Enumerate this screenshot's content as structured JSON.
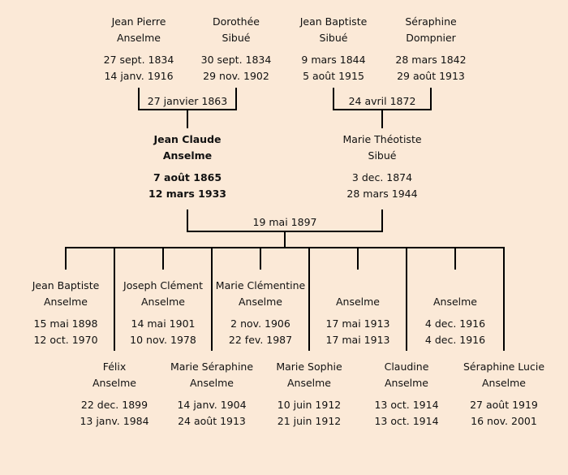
{
  "grandparents": [
    {
      "first": "Jean Pierre",
      "last": "Anselme",
      "birth": "27 sept. 1834",
      "death": "14 janv. 1916"
    },
    {
      "first": "Dorothée",
      "last": "Sibué",
      "birth": "30 sept. 1834",
      "death": "29 nov. 1902"
    },
    {
      "first": "Jean Baptiste",
      "last": "Sibué",
      "birth": "9 mars 1844",
      "death": "5 août 1915"
    },
    {
      "first": "Séraphine",
      "last": "Dompnier",
      "birth": "28 mars 1842",
      "death": "29 août 1913"
    }
  ],
  "marriages": [
    "27 janvier 1863",
    "24 avril 1872",
    "19 mai 1897"
  ],
  "parents": [
    {
      "first": "Jean Claude",
      "last": "Anselme",
      "birth": "7 août 1865",
      "death": "12 mars 1933"
    },
    {
      "first": "Marie Théotiste",
      "last": "Sibué",
      "birth": "3 dec. 1874",
      "death": "28 mars 1944"
    }
  ],
  "children": [
    {
      "first": "Jean Baptiste",
      "last": "Anselme",
      "birth": "15 mai 1898",
      "death": "12 oct. 1970"
    },
    {
      "first": "Félix",
      "last": "Anselme",
      "birth": "22 dec. 1899",
      "death": "13 janv. 1984"
    },
    {
      "first": "Joseph Clément",
      "last": "Anselme",
      "birth": "14 mai 1901",
      "death": "10 nov. 1978"
    },
    {
      "first": "Marie Séraphine",
      "last": "Anselme",
      "birth": "14 janv. 1904",
      "death": "24 août 1913"
    },
    {
      "first": "Marie Clémentine",
      "last": "Anselme",
      "birth": "2 nov. 1906",
      "death": "22 fev. 1987"
    },
    {
      "first": "Marie Sophie",
      "last": "Anselme",
      "birth": "10 juin 1912",
      "death": "21 juin 1912"
    },
    {
      "first": "",
      "last": "Anselme",
      "birth": "17 mai 1913",
      "death": "17 mai 1913"
    },
    {
      "first": "Claudine",
      "last": "Anselme",
      "birth": "13 oct. 1914",
      "death": "13 oct. 1914"
    },
    {
      "first": "",
      "last": "Anselme",
      "birth": "4 dec. 1916",
      "death": "4 dec. 1916"
    },
    {
      "first": "Séraphine Lucie",
      "last": "Anselme",
      "birth": "27 août 1919",
      "death": "16 nov. 2001"
    }
  ]
}
